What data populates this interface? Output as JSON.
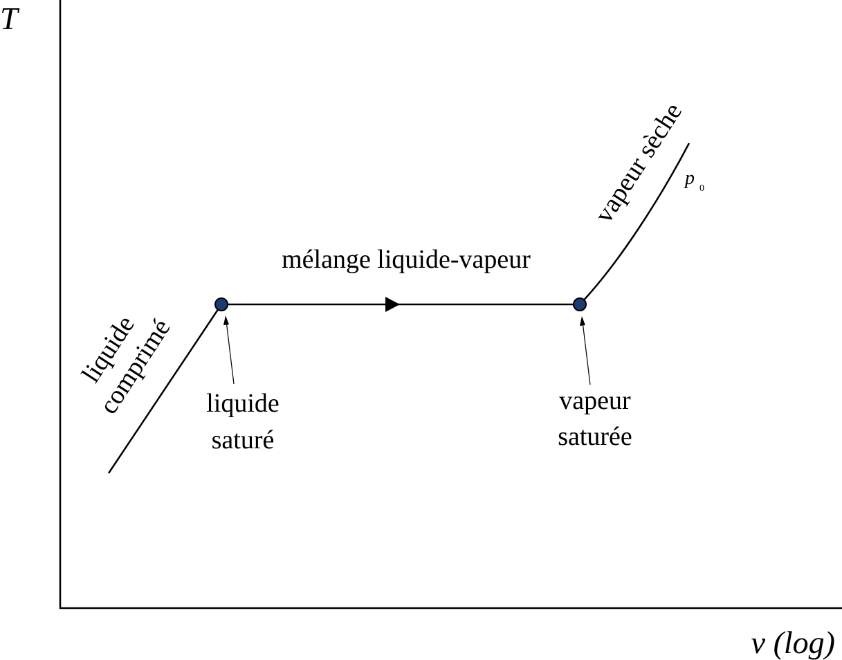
{
  "axes": {
    "y_label": "T",
    "x_label": "v (log)"
  },
  "regions": {
    "compressed_liquid_line1": "liquide",
    "compressed_liquid_line2": "comprimé",
    "mixture": "mélange liquide-vapeur",
    "superheated_vapor": "vapeur sèche"
  },
  "states": {
    "saturated_liquid_line1": "liquide",
    "saturated_liquid_line2": "saturé",
    "saturated_vapor_line1": "vapeur",
    "saturated_vapor_line2": "saturée"
  },
  "isobar": {
    "label_symbol": "p",
    "label_subscript": "0"
  },
  "colors": {
    "state_point_fill": "#1f3a73",
    "line": "#000000"
  }
}
